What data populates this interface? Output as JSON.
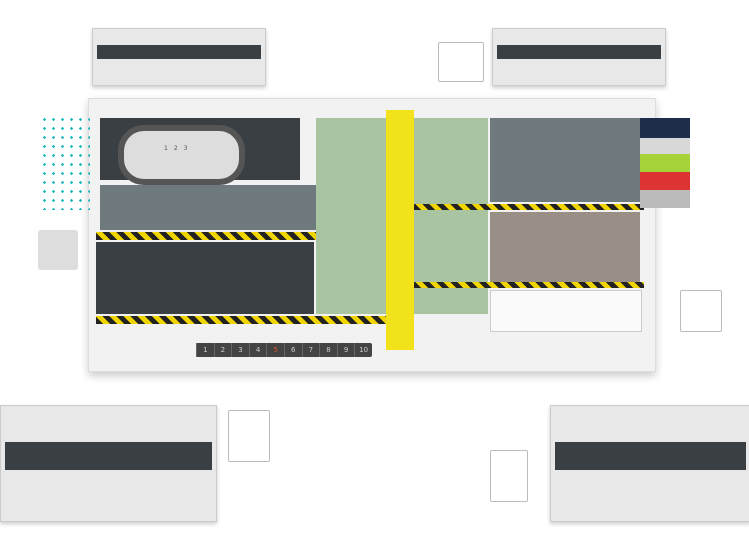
{
  "board": {
    "score_track": [
      "1",
      "2",
      "3",
      "4",
      "5",
      "6",
      "7",
      "8",
      "9",
      "10"
    ],
    "highlight_index": 4,
    "oval_track_numbers": [
      "1",
      "2",
      "3"
    ]
  },
  "colors": {
    "yellow_zone": "#f2e21b",
    "dark_panel": "#3a3f44",
    "green_zone": "#a9c4a0",
    "highlight": "#e2502a",
    "player_purple": "#8a2fb0",
    "player_blue": "#2aa7d8",
    "player_orange": "#f07a1a",
    "player_yellow": "#e8d21a"
  }
}
